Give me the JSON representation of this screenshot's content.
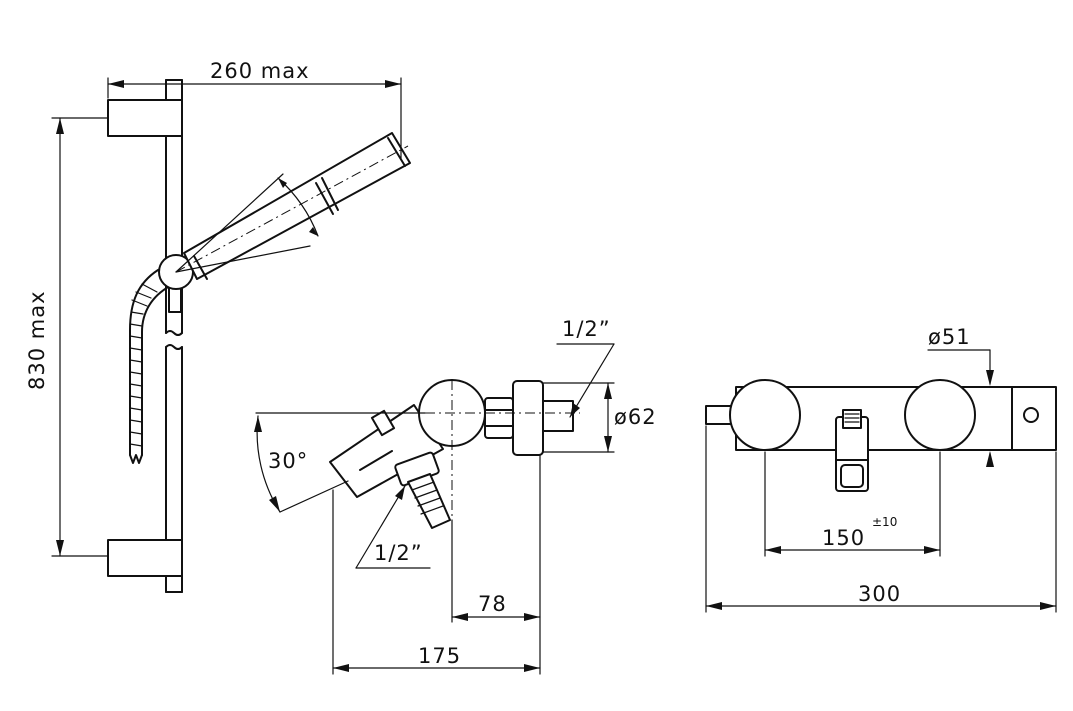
{
  "labels": {
    "width_max": "260 max",
    "height_max": "830 max",
    "thread_top": "1/2”",
    "diameter_62": "ø62",
    "angle": "30°",
    "thread_bottom": "1/2”",
    "depth_78": "78",
    "depth_175": "175",
    "diameter_51": "ø51",
    "spacing_150": "150",
    "tolerance": "±10",
    "length_300": "300"
  }
}
